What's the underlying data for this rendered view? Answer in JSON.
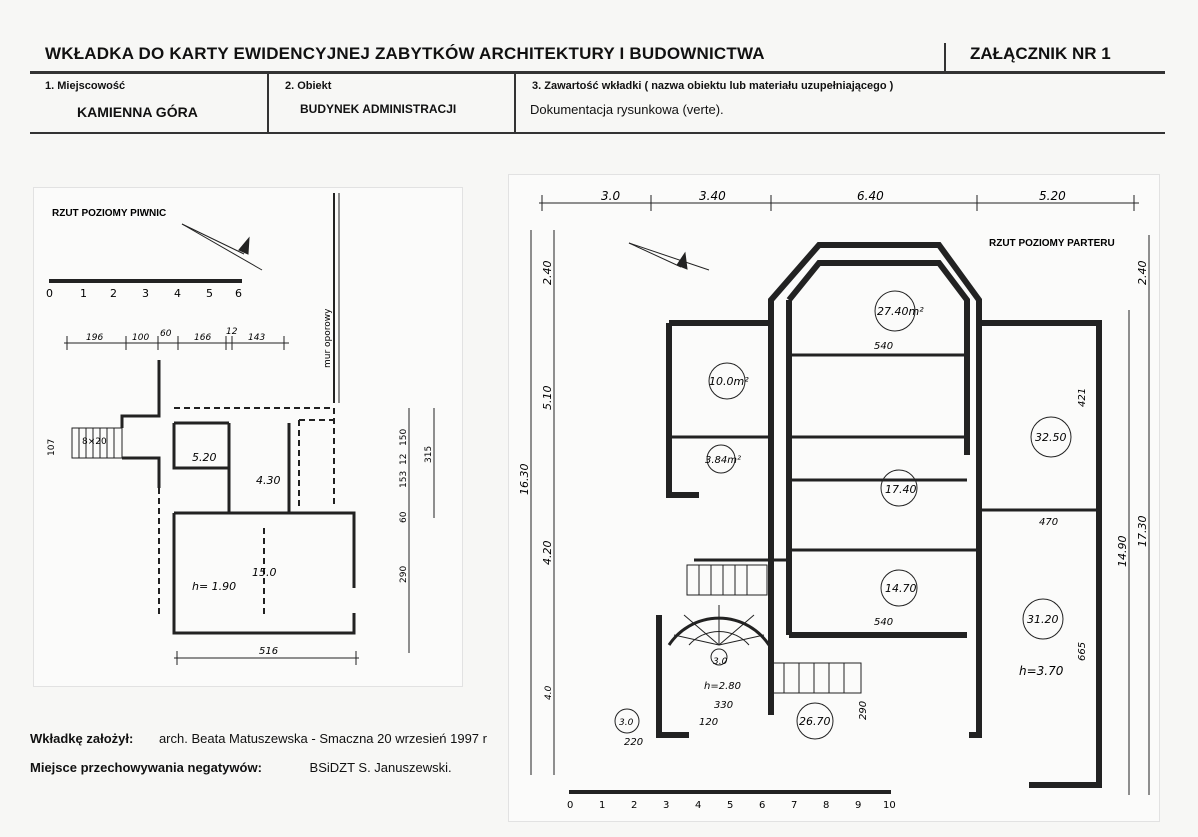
{
  "header": {
    "title": "WKŁADKA DO KARTY EWIDENCYJNEJ ZABYTKÓW ARCHITEKTURY I BUDOWNICTWA",
    "annex": "ZAŁĄCZNIK NR 1"
  },
  "fields": {
    "location_label": "1. Miejscowość",
    "location_value": "KAMIENNA GÓRA",
    "object_label": "2. Obiekt",
    "object_value": "BUDYNEK ADMINISTRACJI",
    "content_label": "3. Zawartość wkładki ( nazwa obiektu lub materiału uzupełniającego )",
    "content_value": "Dokumentacja rysunkowa (verte)."
  },
  "basement_plan": {
    "title": "RZUT POZIOMY PIWNIC",
    "scale_ticks": [
      "0",
      "1",
      "2",
      "3",
      "4",
      "5",
      "6"
    ],
    "dims_top": [
      "196",
      "100",
      "60",
      "166",
      "12",
      "143"
    ],
    "dims_bottom": "516",
    "dims_right": [
      "150",
      "12",
      "315",
      "153",
      "60",
      "290"
    ],
    "stair_label": "8×20",
    "left_dim": "107",
    "rooms": [
      {
        "area": "5.20"
      },
      {
        "area": "4.30"
      },
      {
        "area": "15.0"
      }
    ],
    "height_label": "h= 1.90",
    "wall_note": "mur oporowy"
  },
  "ground_plan": {
    "title": "RZUT POZIOMY PARTERU",
    "top_dims": [
      "3.0",
      "3.40",
      "6.40",
      "5.20"
    ],
    "left_dims": [
      "2.40",
      "5.10",
      "16.30",
      "4.20",
      "4.0"
    ],
    "right_dims": [
      "2.40",
      "17.30",
      "14.90"
    ],
    "rooms": [
      "27.40m²",
      "10.0m²",
      "3.84m²",
      "17.40",
      "32.50",
      "14.70",
      "31.20",
      "26.70",
      "3.0",
      "3.0"
    ],
    "height_label": "h=3.70",
    "stair_label": "h=2.80",
    "scale_ticks": [
      "0",
      "1",
      "2",
      "3",
      "4",
      "5",
      "6",
      "7",
      "8",
      "9",
      "10"
    ],
    "inner_dims": [
      "540",
      "540",
      "470",
      "421",
      "665",
      "290",
      "330",
      "220",
      "120"
    ]
  },
  "footer": {
    "author_label": "Wkładkę założył:",
    "author_value": "arch. Beata Matuszewska - Smaczna 20 wrzesień 1997 r",
    "storage_label": "Miejsce przechowywania negatywów:",
    "storage_value": "BSiDZT  S. Januszewski."
  }
}
